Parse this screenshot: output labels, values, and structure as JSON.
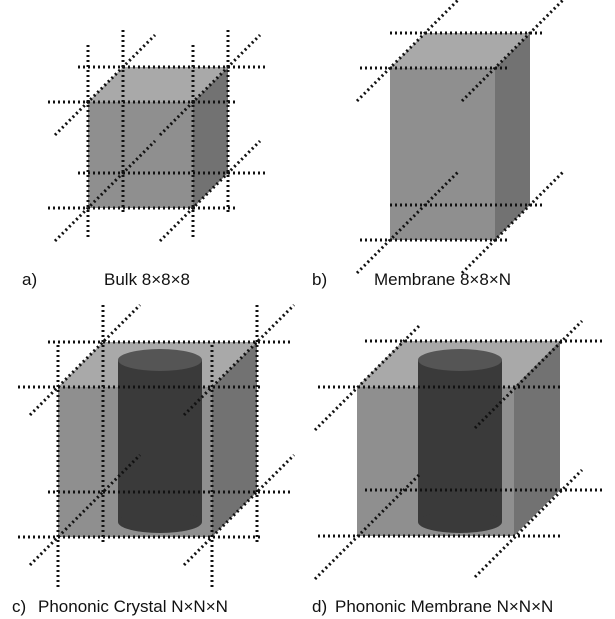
{
  "panels": [
    {
      "letter": "a)",
      "caption": "Bulk 8×8×8"
    },
    {
      "letter": "b)",
      "caption": "Membrane 8×8×N"
    },
    {
      "letter": "c)",
      "caption": "Phononic Crystal N×N×N"
    },
    {
      "letter": "d)",
      "caption": "Phononic Membrane N×N×N"
    }
  ],
  "colors": {
    "front_face": "#8f8f8f",
    "top_face": "#a9a9a9",
    "side_face": "#727272",
    "cylinder_body": "#3a3a3a",
    "cylinder_top": "#555555",
    "lattice_line": "#111111"
  }
}
